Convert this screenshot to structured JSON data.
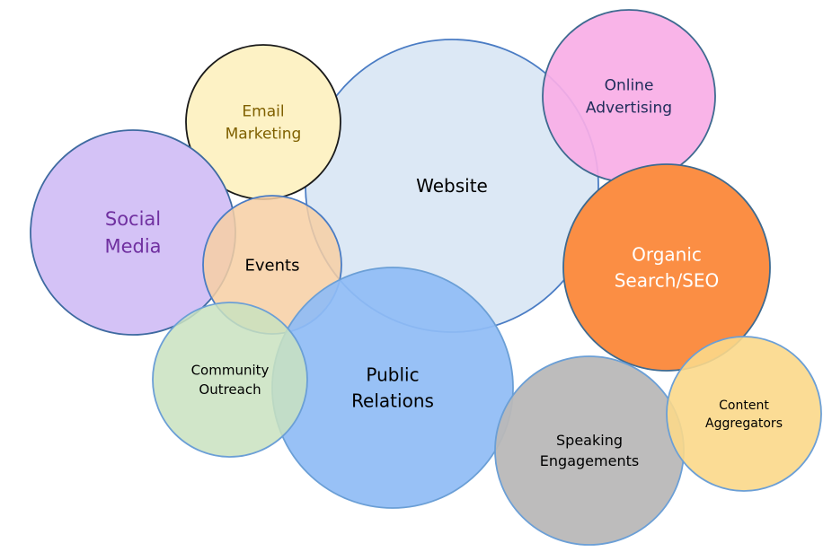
{
  "diagram": {
    "type": "bubble-cluster",
    "bubbles": [
      {
        "id": "website",
        "lines": [
          "Website"
        ],
        "fill": "#dce8f5",
        "stroke": "#4a7cc4",
        "text_color": "#000000"
      },
      {
        "id": "social-media",
        "lines": [
          "Social",
          "Media"
        ],
        "fill": "#d4c2f6",
        "stroke": "#3e6aa0",
        "text_color": "#7030a0"
      },
      {
        "id": "email-marketing",
        "lines": [
          "Email",
          "Marketing"
        ],
        "fill": "#fdf2c5",
        "stroke": "#1a1a1a",
        "text_color": "#7f6000"
      },
      {
        "id": "events",
        "lines": [
          "Events"
        ],
        "fill": "#f7cfa3",
        "stroke": "#4a7cc4",
        "text_color": "#000000"
      },
      {
        "id": "public-relations",
        "lines": [
          "Public",
          "Relations"
        ],
        "fill": "#8fbcf5",
        "stroke": "#6b9fd6",
        "text_color": "#000000"
      },
      {
        "id": "community-outreach",
        "lines": [
          "Community",
          "Outreach"
        ],
        "fill": "#c9e2bf",
        "stroke": "#6b9fd6",
        "text_color": "#000000"
      },
      {
        "id": "online-advertising",
        "lines": [
          "Online",
          "Advertising"
        ],
        "fill": "#f9aee6",
        "stroke": "#3e6a90",
        "text_color": "#1f2d5a"
      },
      {
        "id": "organic-search-seo",
        "lines": [
          "Organic",
          "Search/SEO"
        ],
        "fill": "#fb8e44",
        "stroke": "#3e6a90",
        "text_color": "#ffffff"
      },
      {
        "id": "speaking-engagements",
        "lines": [
          "Speaking",
          "Engagements"
        ],
        "fill": "#b9b8b8",
        "stroke": "#6b9fd6",
        "text_color": "#000000"
      },
      {
        "id": "content-aggregators",
        "lines": [
          "Content",
          "Aggregators"
        ],
        "fill": "#fbd88a",
        "stroke": "#6b9fd6",
        "text_color": "#000000"
      }
    ]
  }
}
